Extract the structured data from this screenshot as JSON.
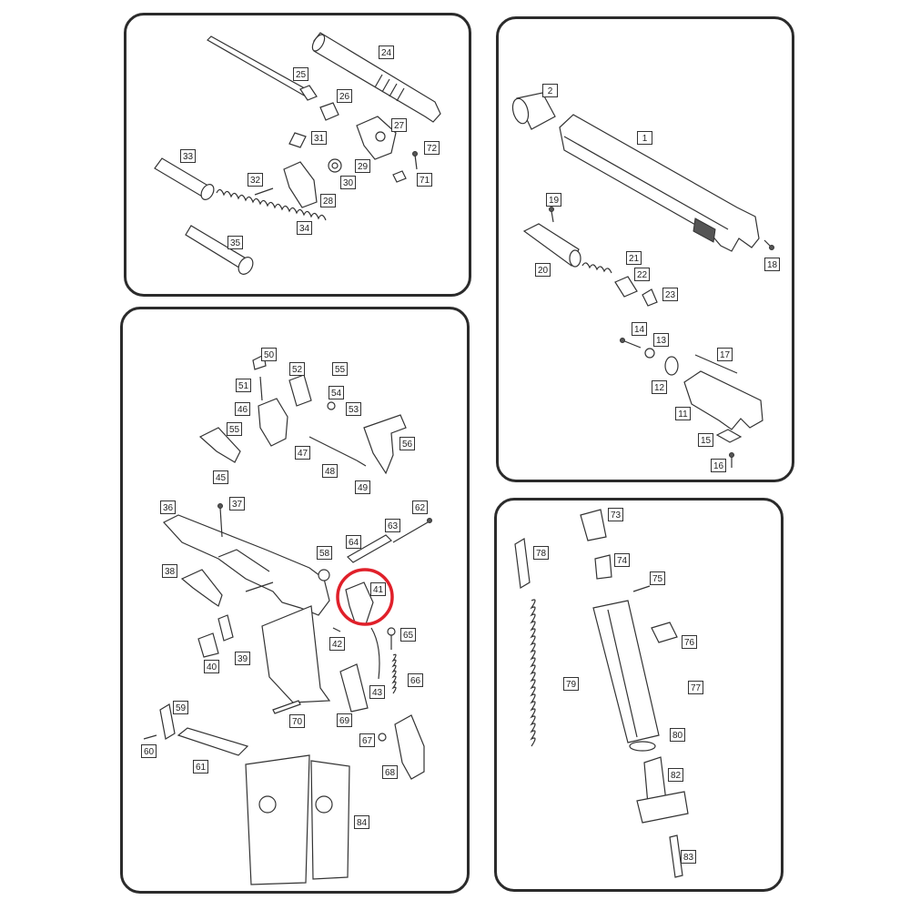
{
  "diagram": {
    "highlight_color": "#e0202a",
    "highlight_target": "41",
    "panels": [
      {
        "id": "barrel-assembly",
        "labels": [
          "24",
          "25",
          "26",
          "27",
          "31",
          "72",
          "29",
          "33",
          "32",
          "30",
          "71",
          "28",
          "34",
          "35"
        ]
      },
      {
        "id": "slide-assembly",
        "labels": [
          "2",
          "1",
          "19",
          "21",
          "20",
          "22",
          "23",
          "18",
          "14",
          "13",
          "17",
          "12",
          "11",
          "15",
          "16"
        ]
      },
      {
        "id": "frame-assembly",
        "labels": [
          "50",
          "51",
          "52",
          "55",
          "54",
          "53",
          "46",
          "55",
          "56",
          "47",
          "45",
          "48",
          "49",
          "36",
          "37",
          "62",
          "63",
          "64",
          "58",
          "38",
          "41",
          "39",
          "42",
          "65",
          "40",
          "43",
          "66",
          "70",
          "69",
          "59",
          "67",
          "60",
          "61",
          "68",
          "84"
        ]
      },
      {
        "id": "magazine-assembly",
        "labels": [
          "73",
          "78",
          "74",
          "75",
          "76",
          "79",
          "77",
          "80",
          "82",
          "83"
        ]
      }
    ]
  }
}
